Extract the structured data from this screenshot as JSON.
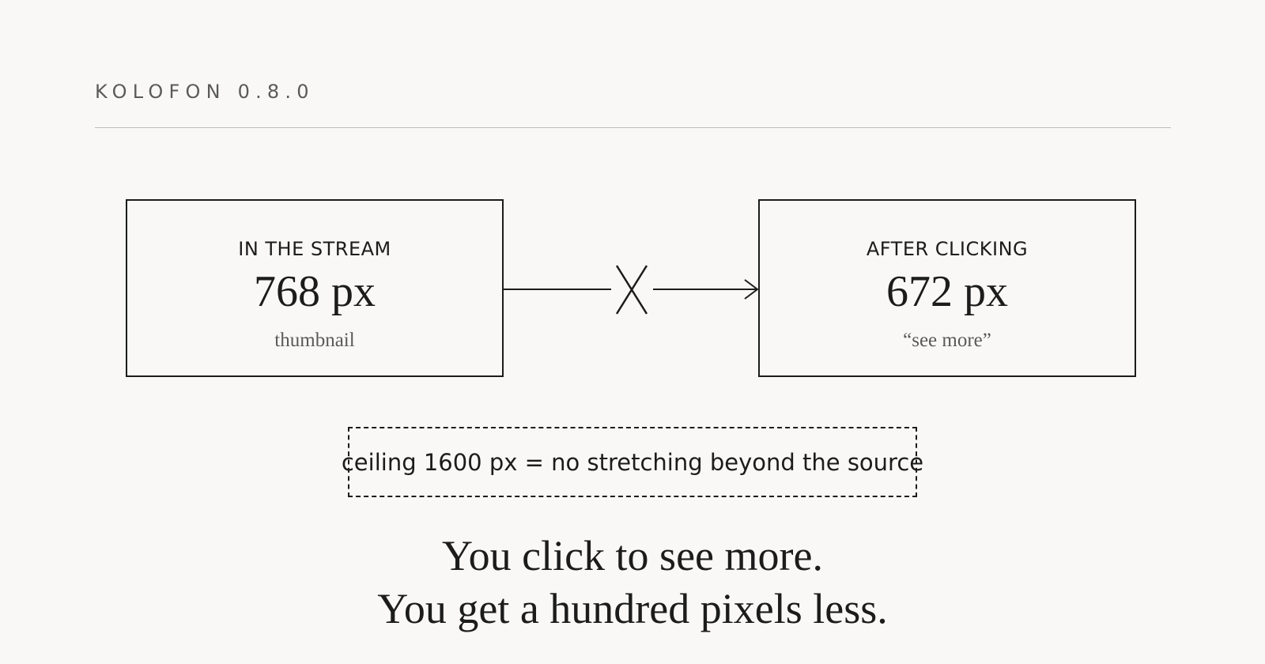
{
  "header": {
    "brand": "KOLOFON 0.8.0"
  },
  "diagram": {
    "left_box": {
      "label": "IN THE STREAM",
      "value": "768 px",
      "note": "thumbnail"
    },
    "right_box": {
      "label": "AFTER CLICKING",
      "value": "672 px",
      "note": "“see more”"
    },
    "ceiling": "ceiling 1600 px = no stretching beyond the source"
  },
  "conclusion": {
    "line1": "You click to see more.",
    "line2": "You get a hundred pixels less."
  },
  "colors": {
    "background": "#f9f8f6",
    "ink": "#1c1c1c",
    "muted": "#5a5a5a",
    "rule": "#bdbdbd"
  }
}
